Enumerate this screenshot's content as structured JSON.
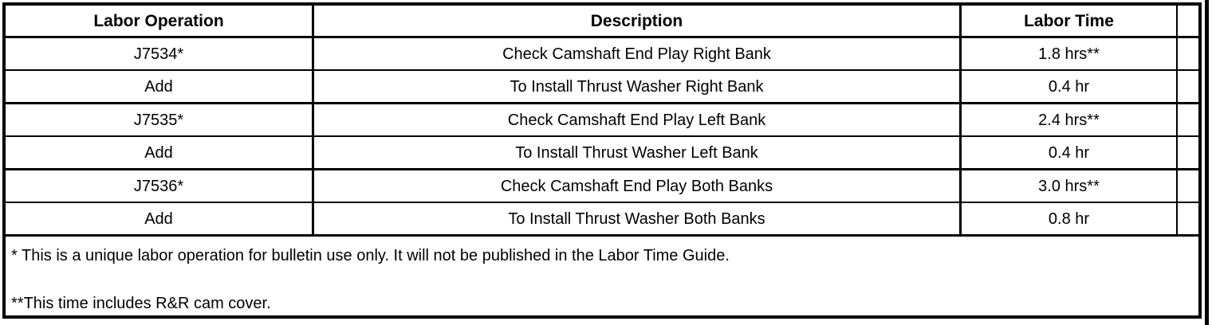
{
  "colors": {
    "background": "#ffffff",
    "text": "#000000",
    "border": "#000000"
  },
  "table": {
    "headers": {
      "labor_operation": "Labor Operation",
      "description": "Description",
      "labor_time": "Labor Time"
    },
    "rows": [
      {
        "operation": "J7534*",
        "description": "Check Camshaft End Play Right Bank",
        "time": "1.8 hrs**"
      },
      {
        "operation": "Add",
        "description": "To Install Thrust Washer Right Bank",
        "time": "0.4 hr"
      },
      {
        "operation": "J7535*",
        "description": "Check Camshaft End Play Left Bank",
        "time": "2.4 hrs**"
      },
      {
        "operation": "Add",
        "description": "To Install Thrust Washer Left Bank",
        "time": "0.4 hr"
      },
      {
        "operation": "J7536*",
        "description": "Check Camshaft End Play Both Banks",
        "time": "3.0 hrs**"
      },
      {
        "operation": "Add",
        "description": "To Install Thrust Washer Both Banks",
        "time": "0.8 hr"
      }
    ],
    "footnotes": [
      "* This is a unique labor operation for bulletin use only. It will not be published in the Labor Time Guide.",
      "**This time includes R&R cam cover."
    ]
  }
}
